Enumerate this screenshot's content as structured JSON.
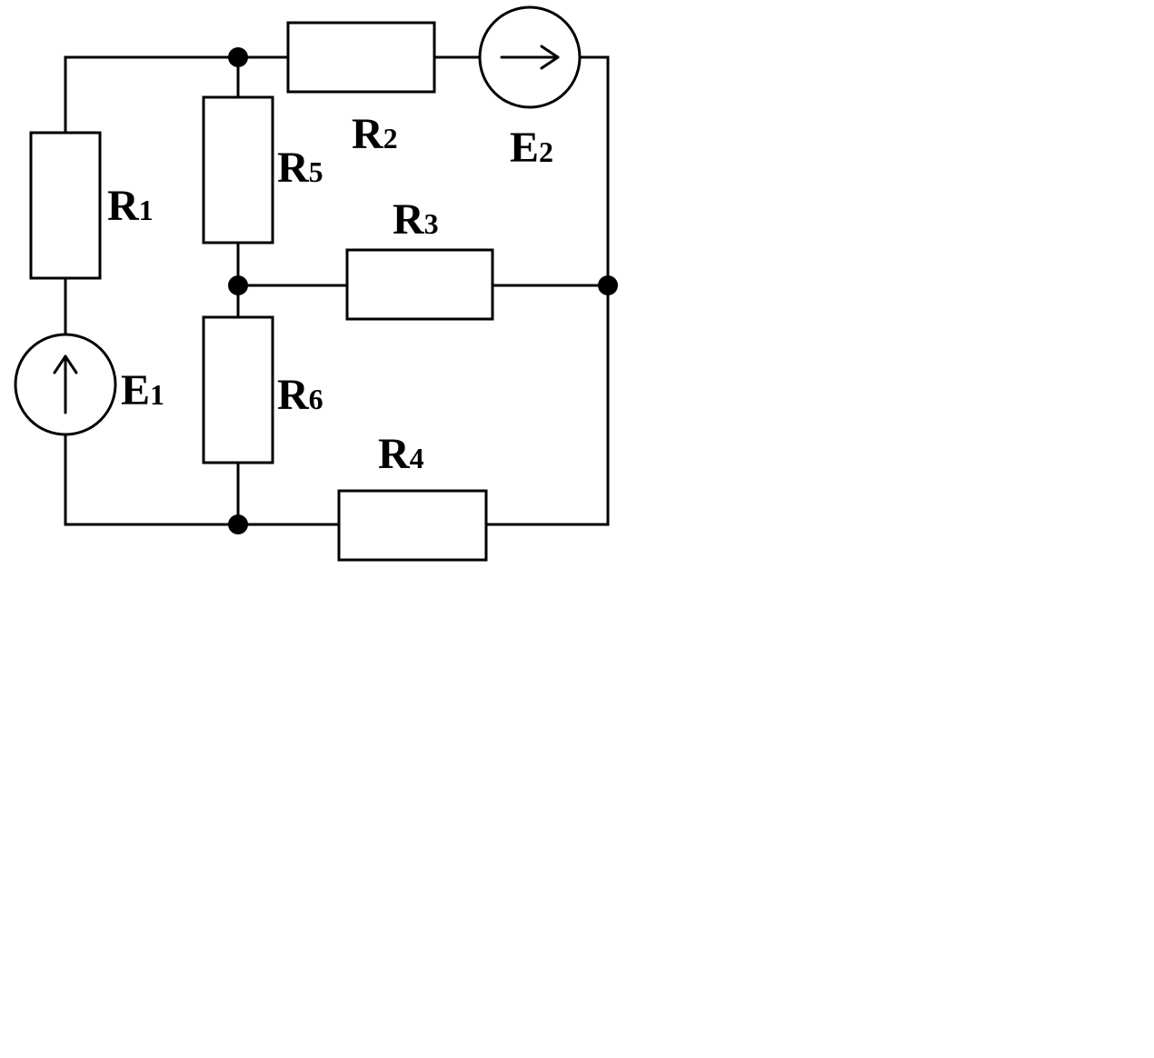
{
  "diagram": {
    "labels": {
      "r1": {
        "main": "R",
        "sub": "1"
      },
      "r2": {
        "main": "R",
        "sub": "2"
      },
      "r3": {
        "main": "R",
        "sub": "3"
      },
      "r4": {
        "main": "R",
        "sub": "4"
      },
      "r5": {
        "main": "R",
        "sub": "5"
      },
      "r6": {
        "main": "R",
        "sub": "6"
      },
      "e1": {
        "main": "E",
        "sub": "1"
      },
      "e2": {
        "main": "E",
        "sub": "2"
      }
    }
  }
}
